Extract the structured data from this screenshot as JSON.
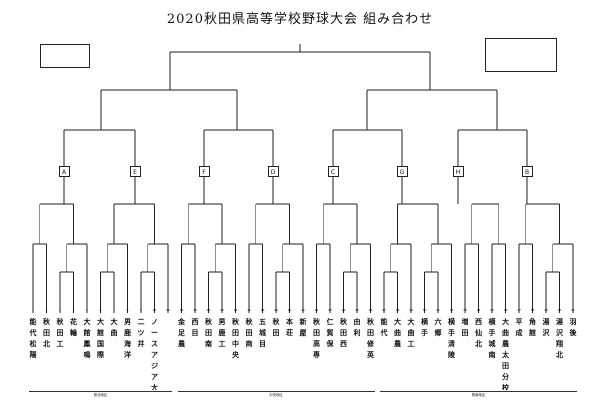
{
  "header": {
    "title": "2020秋田県高等学校野球大会 組み合わせ",
    "subtitle": ""
  },
  "left_legend": {
    "rows": [
      "",
      "",
      "",
      ""
    ]
  },
  "venue_legend": {
    "rows": [
      "",
      "",
      "",
      "",
      "",
      ""
    ]
  },
  "note": {
    "text": ""
  },
  "blocks": [
    "A",
    "E",
    "F",
    "D",
    "C",
    "G",
    "H",
    "B"
  ],
  "teams": [
    {
      "name": "能代松陽"
    },
    {
      "name": "秋田北"
    },
    {
      "name": "秋田工"
    },
    {
      "name": "花輪"
    },
    {
      "name": "大館鳳鳴"
    },
    {
      "name": "大館国際"
    },
    {
      "name": "大曲"
    },
    {
      "name": "男鹿海洋"
    },
    {
      "name": "二ツ井"
    },
    {
      "name": "ノースアジア大明桜"
    },
    {
      "name": ""
    },
    {
      "name": "金足農"
    },
    {
      "name": "西目"
    },
    {
      "name": "秋田南"
    },
    {
      "name": "男鹿工"
    },
    {
      "name": "秋田中央"
    },
    {
      "name": "秋田商"
    },
    {
      "name": "五城目"
    },
    {
      "name": "秋田"
    },
    {
      "name": "本荘"
    },
    {
      "name": "新屋"
    },
    {
      "name": "秋田高専"
    },
    {
      "name": "仁賀保"
    },
    {
      "name": "秋田西"
    },
    {
      "name": "由利"
    },
    {
      "name": "秋田修英"
    },
    {
      "name": "能代"
    },
    {
      "name": "大曲農"
    },
    {
      "name": "大曲工"
    },
    {
      "name": "横手"
    },
    {
      "name": "六郷"
    },
    {
      "name": "横手清陵"
    },
    {
      "name": "増田"
    },
    {
      "name": "西仙北"
    },
    {
      "name": "横手城南"
    },
    {
      "name": "大曲農太田分校"
    },
    {
      "name": "平成"
    },
    {
      "name": "角館"
    },
    {
      "name": "湯沢"
    },
    {
      "name": "湯沢翔北"
    },
    {
      "name": "羽後"
    }
  ],
  "regions": [
    {
      "label": "県北地区"
    },
    {
      "label": "中央地区"
    },
    {
      "label": "県南地区"
    }
  ],
  "matches": {
    "final": {
      "label": ""
    },
    "semis": [
      {
        "label": ""
      },
      {
        "label": ""
      }
    ],
    "quarters": [
      {
        "label": ""
      },
      {
        "label": ""
      },
      {
        "label": ""
      },
      {
        "label": ""
      }
    ],
    "rounds": [
      {
        "label": ""
      },
      {
        "label": ""
      },
      {
        "label": ""
      },
      {
        "label": ""
      },
      {
        "label": ""
      },
      {
        "label": ""
      },
      {
        "label": ""
      },
      {
        "label": ""
      }
    ]
  }
}
